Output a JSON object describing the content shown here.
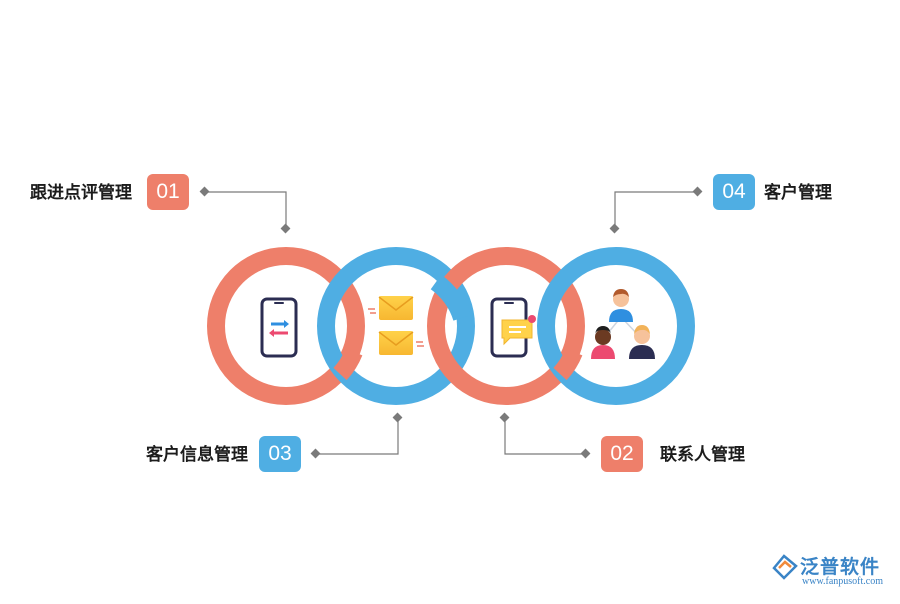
{
  "items": [
    {
      "number": "01",
      "label": "跟进点评管理"
    },
    {
      "number": "02",
      "label": "联系人管理"
    },
    {
      "number": "03",
      "label": "客户信息管理"
    },
    {
      "number": "04",
      "label": "客户管理"
    }
  ],
  "icons": [
    "phone-transfer-icon",
    "envelopes-icon",
    "phone-message-icon",
    "people-network-icon"
  ],
  "colors": {
    "coral": "#ee7f6a",
    "blue": "#4faee3",
    "connector": "#7a7a7a",
    "logo": "#3a84c6"
  },
  "logo": {
    "text": "泛普软件",
    "url": "www.fanpusoft.com"
  }
}
